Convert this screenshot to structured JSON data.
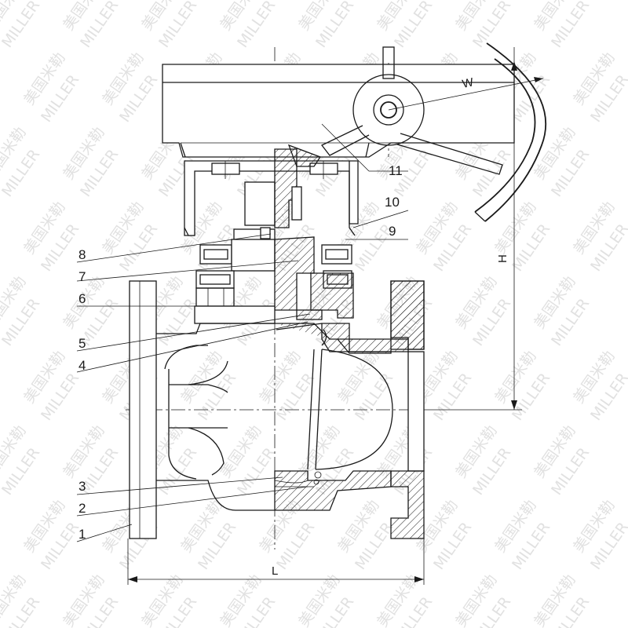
{
  "part_labels": [
    "1",
    "2",
    "3",
    "4",
    "5",
    "6",
    "7",
    "8",
    "9",
    "10",
    "11"
  ],
  "dimensions": {
    "width": "W",
    "height": "H",
    "length": "L"
  },
  "watermark": {
    "cn": "美国米勒",
    "en": "MILLER"
  }
}
